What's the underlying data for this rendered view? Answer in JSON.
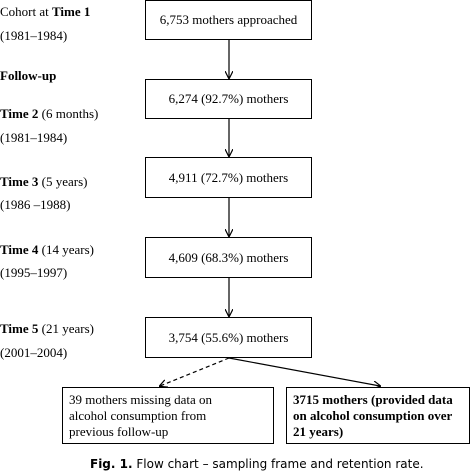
{
  "labels": {
    "cohort_prefix": "Cohort at ",
    "cohort_bold": "Time 1",
    "cohort_years": "(1981–1984)",
    "followup": "Follow-up",
    "t2_bold": "Time 2",
    "t2_rest": " (6 months)",
    "t2_years": "(1981–1984)",
    "t3_bold": "Time 3",
    "t3_rest": " (5 years)",
    "t3_years": "(1986 –1988)",
    "t4_bold": "Time 4",
    "t4_rest": " (14 years)",
    "t4_years": "(1995–1997)",
    "t5_bold": "Time 5",
    "t5_rest": " (21 years)",
    "t5_years": "(2001–2004)"
  },
  "boxes": {
    "b1": "6,753 mothers approached",
    "b2": "6,274 (92.7%) mothers",
    "b3": "4,911 (72.7%) mothers",
    "b4": "4,609 (68.3%) mothers",
    "b5": "3,754 (55.6%) mothers",
    "missing_line1": "39 mothers missing data on",
    "missing_line2": "alcohol consumption from",
    "missing_line3": "previous follow-up",
    "final_line1": "3715 mothers (provided data",
    "final_line2": "on alcohol consumption over",
    "final_line3": "21 years)"
  },
  "caption": {
    "fig": "Fig. 1.",
    "text": " Flow chart – sampling frame and retention rate."
  }
}
